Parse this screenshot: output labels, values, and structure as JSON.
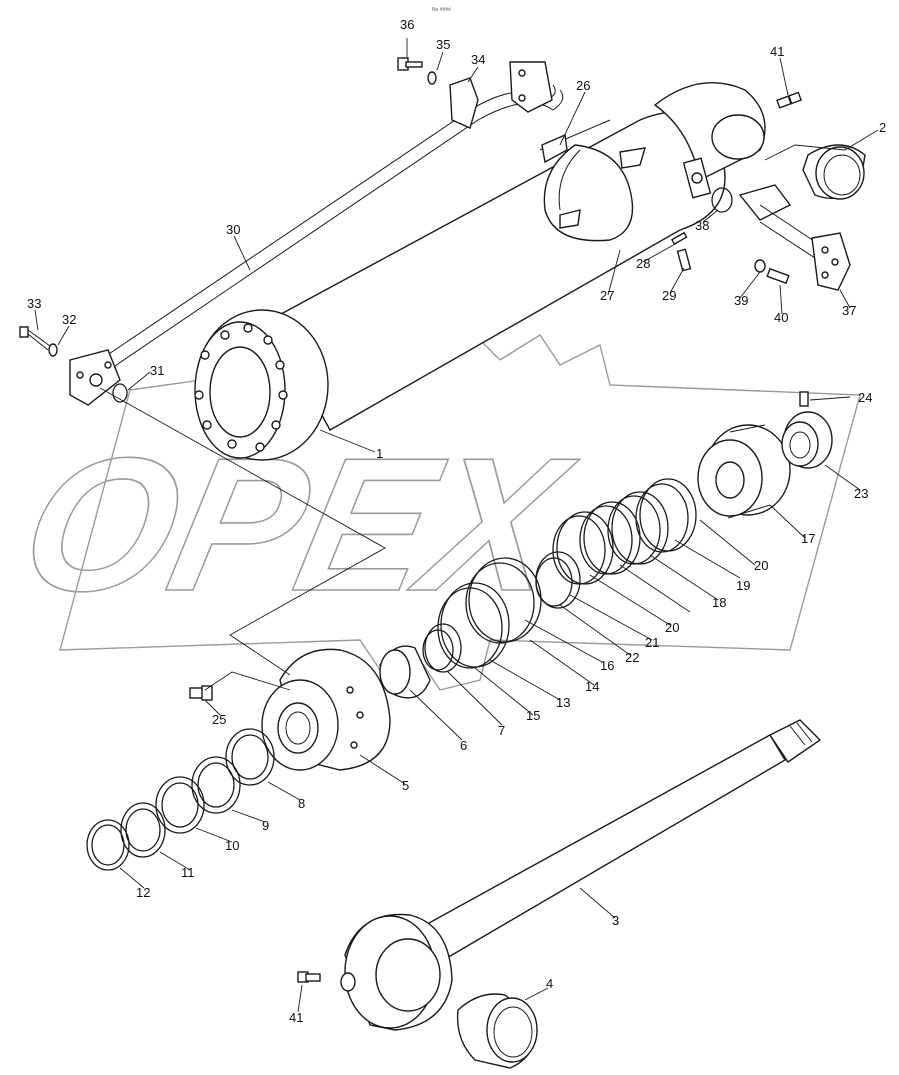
{
  "diagram": {
    "header_text": "No ####",
    "watermark_text": "OPEX",
    "callouts": [
      "1",
      "2",
      "3",
      "4",
      "5",
      "6",
      "7",
      "8",
      "9",
      "10",
      "11",
      "12",
      "13",
      "14",
      "15",
      "16",
      "17",
      "18",
      "19",
      "20",
      "20",
      "21",
      "22",
      "23",
      "24",
      "25",
      "26",
      "27",
      "28",
      "29",
      "30",
      "31",
      "32",
      "33",
      "34",
      "35",
      "36",
      "37",
      "38",
      "39",
      "40",
      "41",
      "41"
    ]
  }
}
